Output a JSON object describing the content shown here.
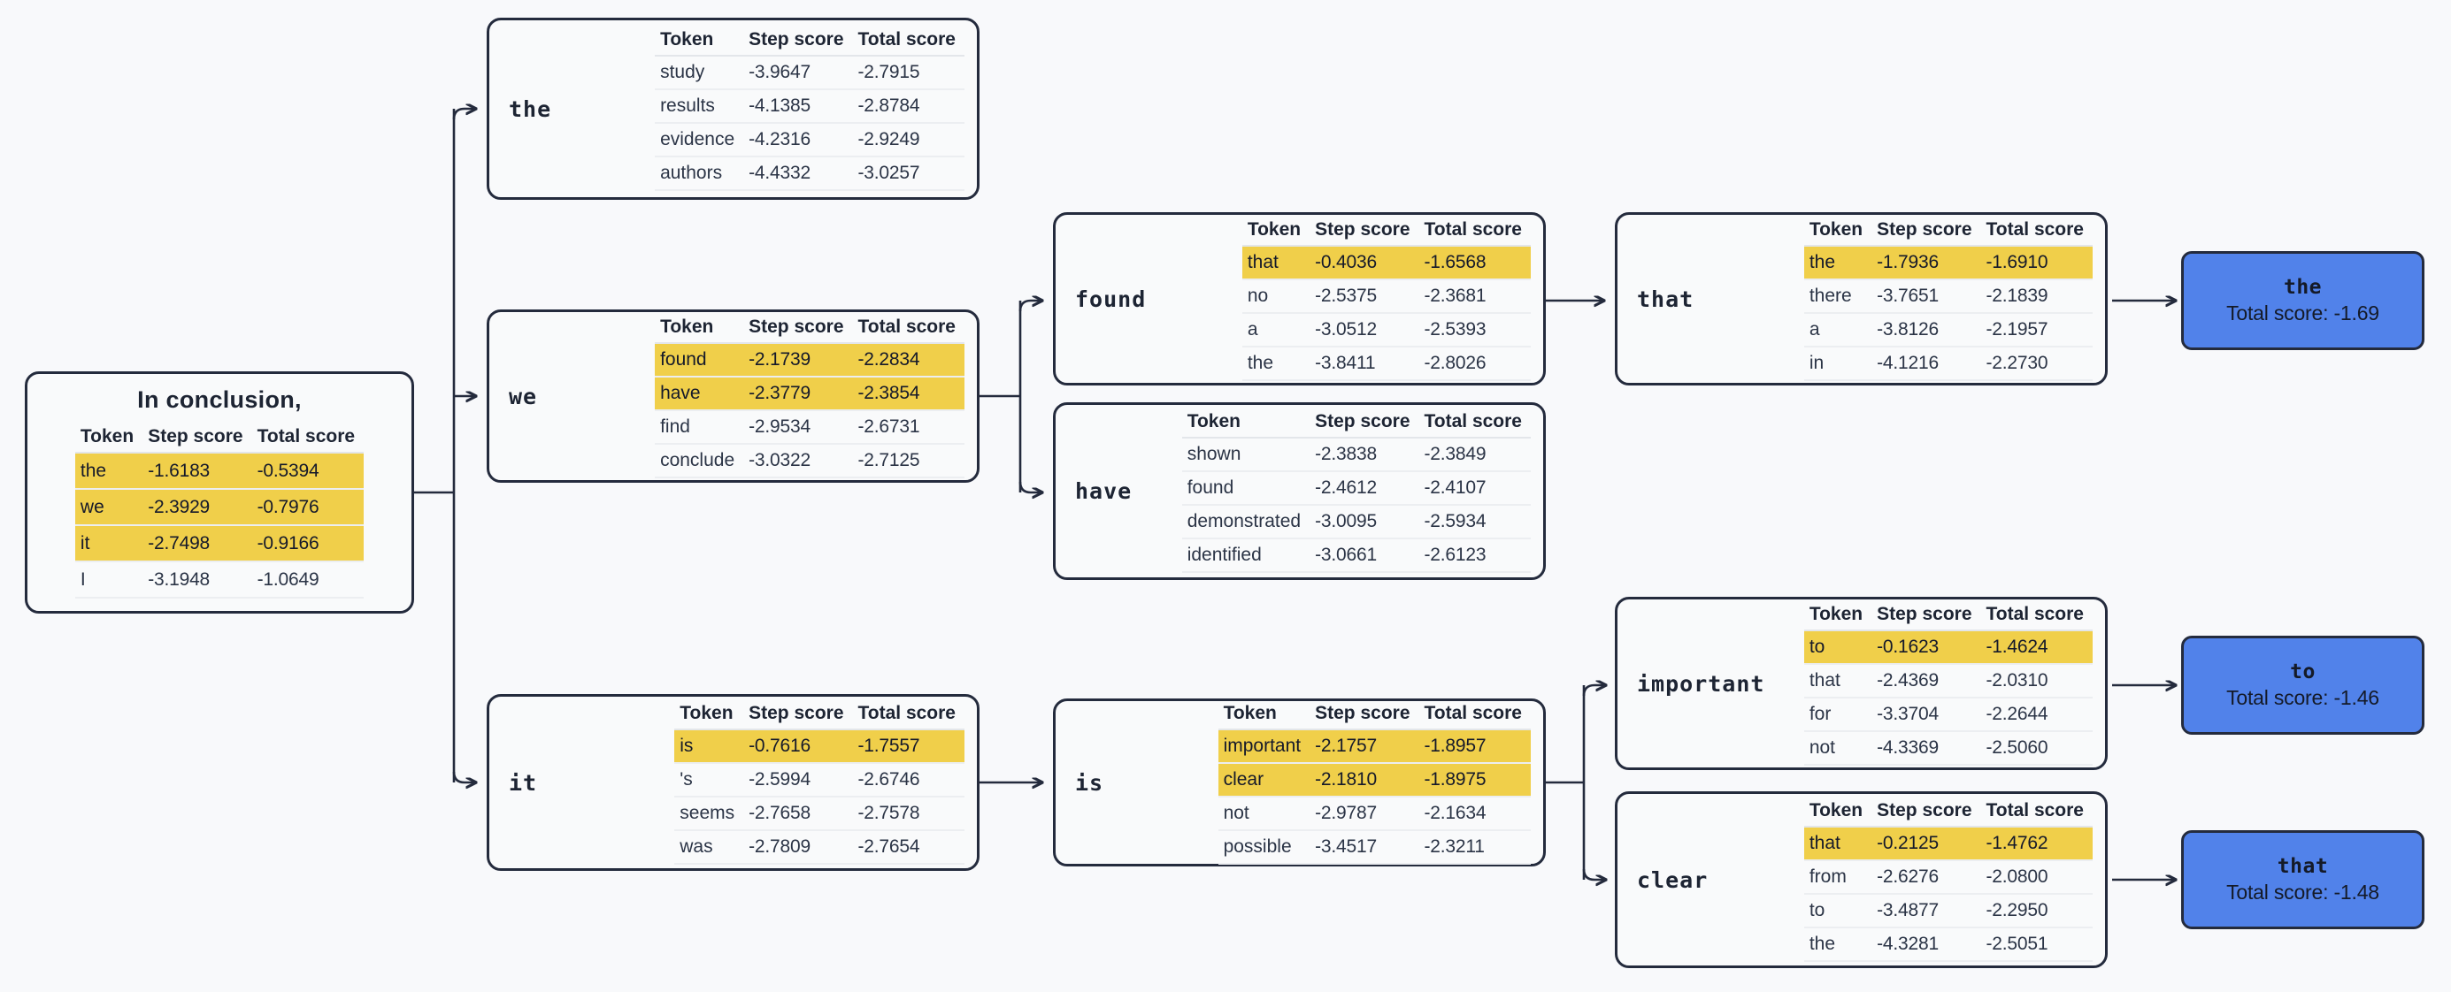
{
  "theme": {
    "background": "#f8f9fb",
    "node_fill": "#f9fafb",
    "node_border": "#242b3d",
    "highlight": "#f0cf4a",
    "leaf_fill": "#5182ea",
    "text": "#1d2433"
  },
  "table_headers": {
    "token": "Token",
    "step_score": "Step score",
    "total_score": "Total score"
  },
  "root": {
    "title": "In conclusion,",
    "rows": [
      {
        "token": "the",
        "step": "-1.6183",
        "total": "-0.5394",
        "highlight": true
      },
      {
        "token": "we",
        "step": "-2.3929",
        "total": "-0.7976",
        "highlight": true
      },
      {
        "token": "it",
        "step": "-2.7498",
        "total": "-0.9166",
        "highlight": true
      },
      {
        "token": "I",
        "step": "-3.1948",
        "total": "-1.0649",
        "highlight": false
      }
    ]
  },
  "nodes": [
    {
      "id": "the",
      "label": "the",
      "rows": [
        {
          "token": "study",
          "step": "-3.9647",
          "total": "-2.7915",
          "highlight": false
        },
        {
          "token": "results",
          "step": "-4.1385",
          "total": "-2.8784",
          "highlight": false
        },
        {
          "token": "evidence",
          "step": "-4.2316",
          "total": "-2.9249",
          "highlight": false
        },
        {
          "token": "authors",
          "step": "-4.4332",
          "total": "-3.0257",
          "highlight": false
        }
      ]
    },
    {
      "id": "we",
      "label": "we",
      "rows": [
        {
          "token": "found",
          "step": "-2.1739",
          "total": "-2.2834",
          "highlight": true
        },
        {
          "token": "have",
          "step": "-2.3779",
          "total": "-2.3854",
          "highlight": true
        },
        {
          "token": "find",
          "step": "-2.9534",
          "total": "-2.6731",
          "highlight": false
        },
        {
          "token": "conclude",
          "step": "-3.0322",
          "total": "-2.7125",
          "highlight": false
        }
      ]
    },
    {
      "id": "it",
      "label": "it",
      "rows": [
        {
          "token": "is",
          "step": "-0.7616",
          "total": "-1.7557",
          "highlight": true
        },
        {
          "token": "'s",
          "step": "-2.5994",
          "total": "-2.6746",
          "highlight": false
        },
        {
          "token": "seems",
          "step": "-2.7658",
          "total": "-2.7578",
          "highlight": false
        },
        {
          "token": "was",
          "step": "-2.7809",
          "total": "-2.7654",
          "highlight": false
        }
      ]
    },
    {
      "id": "found",
      "label": "found",
      "rows": [
        {
          "token": "that",
          "step": "-0.4036",
          "total": "-1.6568",
          "highlight": true
        },
        {
          "token": "no",
          "step": "-2.5375",
          "total": "-2.3681",
          "highlight": false
        },
        {
          "token": "a",
          "step": "-3.0512",
          "total": "-2.5393",
          "highlight": false
        },
        {
          "token": "the",
          "step": "-3.8411",
          "total": "-2.8026",
          "highlight": false
        }
      ]
    },
    {
      "id": "have",
      "label": "have",
      "rows": [
        {
          "token": "shown",
          "step": "-2.3838",
          "total": "-2.3849",
          "highlight": false
        },
        {
          "token": "found",
          "step": "-2.4612",
          "total": "-2.4107",
          "highlight": false
        },
        {
          "token": "demonstrated",
          "step": "-3.0095",
          "total": "-2.5934",
          "highlight": false
        },
        {
          "token": "identified",
          "step": "-3.0661",
          "total": "-2.6123",
          "highlight": false
        }
      ]
    },
    {
      "id": "is",
      "label": "is",
      "rows": [
        {
          "token": "important",
          "step": "-2.1757",
          "total": "-1.8957",
          "highlight": true
        },
        {
          "token": "clear",
          "step": "-2.1810",
          "total": "-1.8975",
          "highlight": true
        },
        {
          "token": "not",
          "step": "-2.9787",
          "total": "-2.1634",
          "highlight": false
        },
        {
          "token": "possible",
          "step": "-3.4517",
          "total": "-2.3211",
          "highlight": false
        }
      ]
    },
    {
      "id": "that",
      "label": "that",
      "rows": [
        {
          "token": "the",
          "step": "-1.7936",
          "total": "-1.6910",
          "highlight": true
        },
        {
          "token": "there",
          "step": "-3.7651",
          "total": "-2.1839",
          "highlight": false
        },
        {
          "token": "a",
          "step": "-3.8126",
          "total": "-2.1957",
          "highlight": false
        },
        {
          "token": "in",
          "step": "-4.1216",
          "total": "-2.2730",
          "highlight": false
        }
      ]
    },
    {
      "id": "important",
      "label": "important",
      "rows": [
        {
          "token": "to",
          "step": "-0.1623",
          "total": "-1.4624",
          "highlight": true
        },
        {
          "token": "that",
          "step": "-2.4369",
          "total": "-2.0310",
          "highlight": false
        },
        {
          "token": "for",
          "step": "-3.3704",
          "total": "-2.2644",
          "highlight": false
        },
        {
          "token": "not",
          "step": "-4.3369",
          "total": "-2.5060",
          "highlight": false
        }
      ]
    },
    {
      "id": "clear",
      "label": "clear",
      "rows": [
        {
          "token": "that",
          "step": "-0.2125",
          "total": "-1.4762",
          "highlight": true
        },
        {
          "token": "from",
          "step": "-2.6276",
          "total": "-2.0800",
          "highlight": false
        },
        {
          "token": "to",
          "step": "-3.4877",
          "total": "-2.2950",
          "highlight": false
        },
        {
          "token": "the",
          "step": "-4.3281",
          "total": "-2.5051",
          "highlight": false
        }
      ]
    }
  ],
  "leaves": [
    {
      "id": "leaf-the",
      "token": "the",
      "score_label": "Total score: -1.69"
    },
    {
      "id": "leaf-to",
      "token": "to",
      "score_label": "Total score: -1.46"
    },
    {
      "id": "leaf-that",
      "token": "that",
      "score_label": "Total score: -1.48"
    }
  ]
}
